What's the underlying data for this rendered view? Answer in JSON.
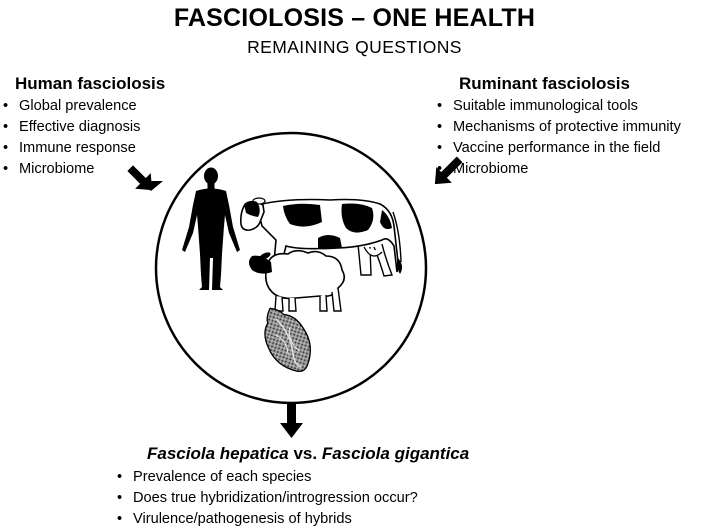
{
  "title": "FASCIOLOSIS – ONE HEALTH",
  "subtitle": "REMAINING QUESTIONS",
  "human": {
    "title": "Human fasciolosis",
    "items": [
      "Global prevalence",
      "Effective diagnosis",
      "Immune response",
      "Microbiome"
    ]
  },
  "ruminant": {
    "title": "Ruminant fasciolosis",
    "items": [
      "Suitable immunological tools",
      "Mechanisms of protective immunity",
      "Vaccine performance in the field",
      "Microbiome"
    ]
  },
  "species": {
    "title_part1": "Fasciola hepatica",
    "title_vs": " vs. ",
    "title_part2": "Fasciola gigantica",
    "items": [
      "Prevalence of each species",
      "Does true hybridization/introgression occur?",
      "Virulence/pathogenesis of hybrids"
    ]
  },
  "icons": [
    "human-silhouette-icon",
    "cow-icon",
    "sheep-icon",
    "fluke-icon"
  ]
}
